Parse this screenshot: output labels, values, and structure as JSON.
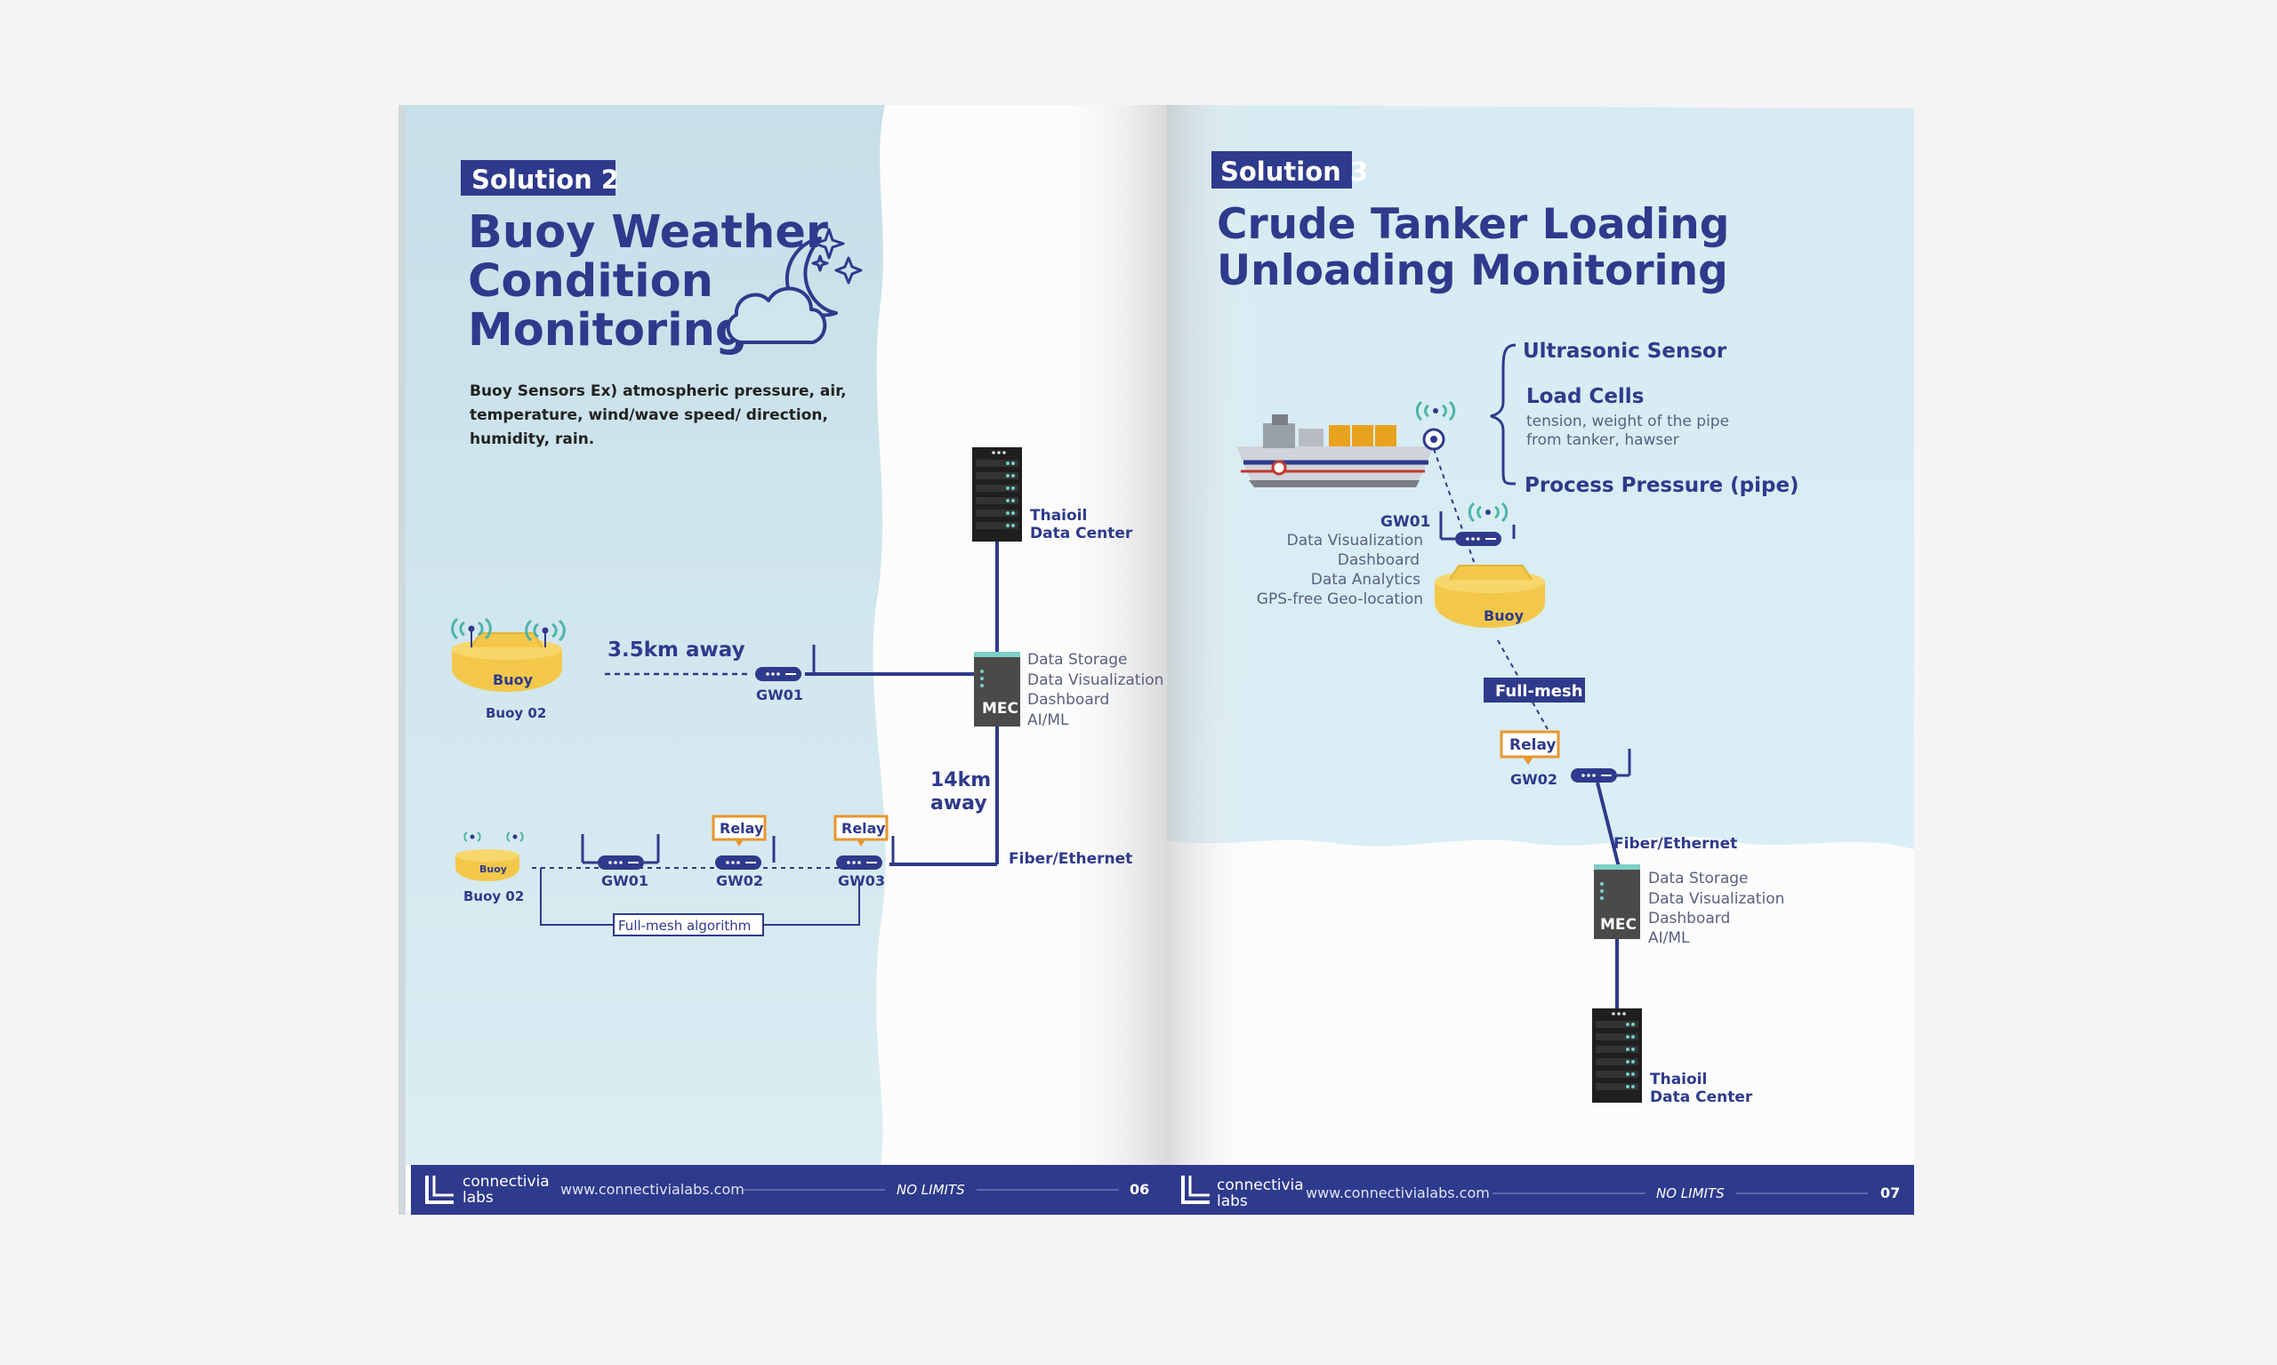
{
  "left": {
    "badge": "Solution 2",
    "title": [
      "Buoy Weather",
      "Condition",
      "Monitoring"
    ],
    "desc": [
      "Buoy Sensors Ex) atmospheric pressure, air,",
      "temperature, wind/wave speed/ direction,",
      "humidity, rain."
    ],
    "datacenter": [
      "Thaioil",
      "Data Center"
    ],
    "distance1": "3.5km away",
    "buoy_label": "Buoy",
    "buoy_caption": "Buoy 02",
    "gw01": "GW01",
    "gw02": "GW02",
    "gw03": "GW03",
    "mec": "MEC",
    "mec_features": [
      "Data Storage",
      "Data Visualization",
      "Dashboard",
      "AI/ML"
    ],
    "distance2": [
      "14km",
      "away"
    ],
    "relay": "Relay",
    "fiber": "Fiber/Ethernet",
    "fullmesh": "Full-mesh algorithm",
    "page": "06"
  },
  "right": {
    "badge": "Solution 3",
    "title": [
      "Crude Tanker Loading",
      "Unloading Monitoring"
    ],
    "sensor1": "Ultrasonic Sensor",
    "sensor2": "Load Cells",
    "sensor2_desc": [
      "tension, weight of the pipe",
      "from tanker, hawser"
    ],
    "sensor3": "Process Pressure (pipe)",
    "gw01": "GW01",
    "gw01_features": [
      "Data Visualization",
      "Dashboard",
      "Data Analytics",
      "GPS-free Geo-location"
    ],
    "buoy_label": "Buoy",
    "fullmesh": "Full-mesh",
    "relay": "Relay",
    "gw02": "GW02",
    "fiber": "Fiber/Ethernet",
    "mec": "MEC",
    "mec_features": [
      "Data Storage",
      "Data Visualization",
      "Dashboard",
      "AI/ML"
    ],
    "datacenter": [
      "Thaioil",
      "Data Center"
    ],
    "page": "07"
  },
  "footer": {
    "brand": [
      "connectivia",
      "labs"
    ],
    "url": "www.connectivialabs.com",
    "slogan": "NO LIMITS"
  },
  "colors": {
    "navy": "#2e3a8c",
    "sky": "#cfe6ef",
    "buoy_yellow": "#f3c84a",
    "relay_orange": "#e8962e",
    "antenna_teal": "#4fb3a9"
  }
}
